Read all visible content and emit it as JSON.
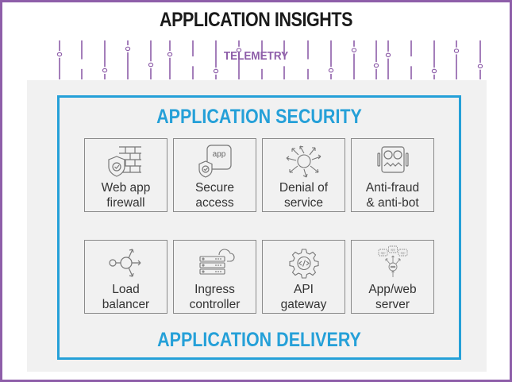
{
  "header": {
    "title": "APPLICATION INSIGHTS",
    "telemetry_label": "TELEMETRY"
  },
  "colors": {
    "frame": "#8e5ea9",
    "telemetry": "#8e5ea9",
    "accent_blue": "#25a0d8",
    "panel_bg": "#f1f1f1",
    "card_border": "#8a8a8a",
    "text": "#333333"
  },
  "security": {
    "title": "APPLICATION SECURITY",
    "cards": [
      {
        "icon": "firewall-shield-icon",
        "line1": "Web app",
        "line2": "firewall"
      },
      {
        "icon": "app-shield-icon",
        "line1": "Secure",
        "line2": "access",
        "icon_text": "app"
      },
      {
        "icon": "ddos-burst-icon",
        "line1": "Denial of",
        "line2": "service"
      },
      {
        "icon": "bot-face-icon",
        "line1": "Anti-fraud",
        "line2": "& anti-bot"
      }
    ]
  },
  "delivery": {
    "title": "APPLICATION DELIVERY",
    "cards": [
      {
        "icon": "load-balancer-icon",
        "line1": "Load",
        "line2": "balancer"
      },
      {
        "icon": "server-cloud-icon",
        "line1": "Ingress",
        "line2": "controller"
      },
      {
        "icon": "gear-code-icon",
        "line1": "API",
        "line2": "gateway"
      },
      {
        "icon": "app-server-icon",
        "line1": "App/web",
        "line2": "server",
        "icon_text": "app"
      }
    ]
  }
}
